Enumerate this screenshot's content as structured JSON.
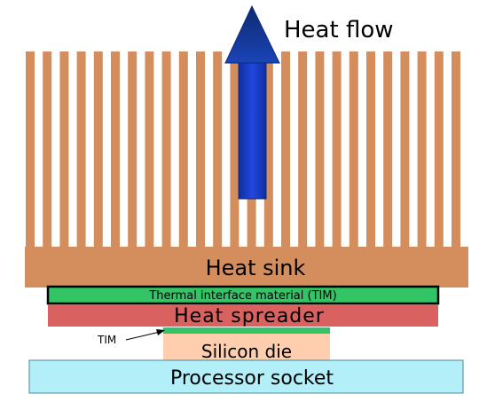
{
  "diagram": {
    "heat_flow_label": "Heat flow",
    "heat_sink_label": "Heat sink",
    "tim_top_label": "Thermal interface material (TIM)",
    "heat_spreader_label": "Heat spreader",
    "tim_small_label": "TIM",
    "silicon_die_label": "Silicon die",
    "processor_socket_label": "Processor socket"
  },
  "colors": {
    "heat_sink": "#d48e5e",
    "tim": "#33c466",
    "heat_spreader": "#d9615f",
    "silicon_die": "#ffceaf",
    "processor_socket": "#b2eff9",
    "arrow": "#1a3bd0",
    "arrow_head": "#14378c"
  },
  "icons": {
    "arrow": "up-arrow-icon",
    "pointer": "pointer-arrow-icon"
  }
}
